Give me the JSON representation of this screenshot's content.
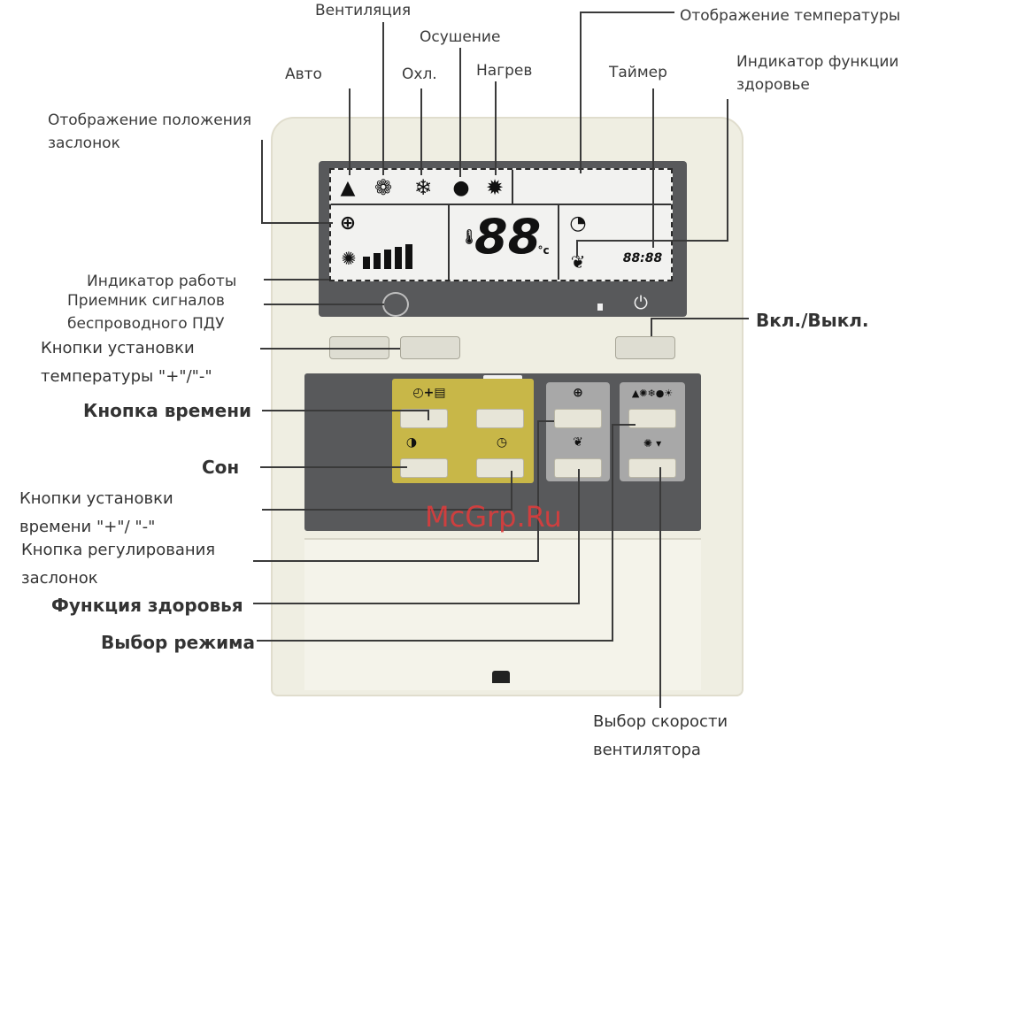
{
  "labels": {
    "ventilation": "Вентиляция",
    "temp_display": "Отображение температуры",
    "dehumidify": "Осушение",
    "auto": "Авто",
    "cool": "Охл.",
    "heat": "Нагрев",
    "timer": "Таймер",
    "health_indicator_1": "Индикатор функции",
    "health_indicator_2": "здоровье",
    "flap_position_1": "Отображение положения",
    "flap_position_2": "заслонок",
    "run_indicator": "Индикатор работы",
    "wireless_receiver_1": "Приемник сигналов",
    "wireless_receiver_2": "беспроводного ПДУ",
    "temp_buttons_1": "Кнопки установки",
    "temp_buttons_2": "температуры \"+\"/\"-\"",
    "on_off": "Вкл./Выкл.",
    "time_button": "Кнопка времени",
    "sleep": "Сон",
    "time_set_1": "Кнопки установки",
    "time_set_2": "времени \"+\"/ \"-\"",
    "flap_button_1": "Кнопка регулирования",
    "flap_button_2": "заслонок",
    "health_function": "Функция здоровья",
    "mode_select": "Выбор режима",
    "fan_speed_1": "Выбор скорости",
    "fan_speed_2": "вентилятора"
  },
  "lcd": {
    "temperature": "88",
    "temp_unit": "°c",
    "timer_digits": "88:88"
  },
  "watermark": "McGrp.Ru",
  "colors": {
    "lcd_frame": "#58595b",
    "timer_zone": "#c8b748",
    "body": "#efeee2",
    "watermark": "#e33b3b"
  }
}
